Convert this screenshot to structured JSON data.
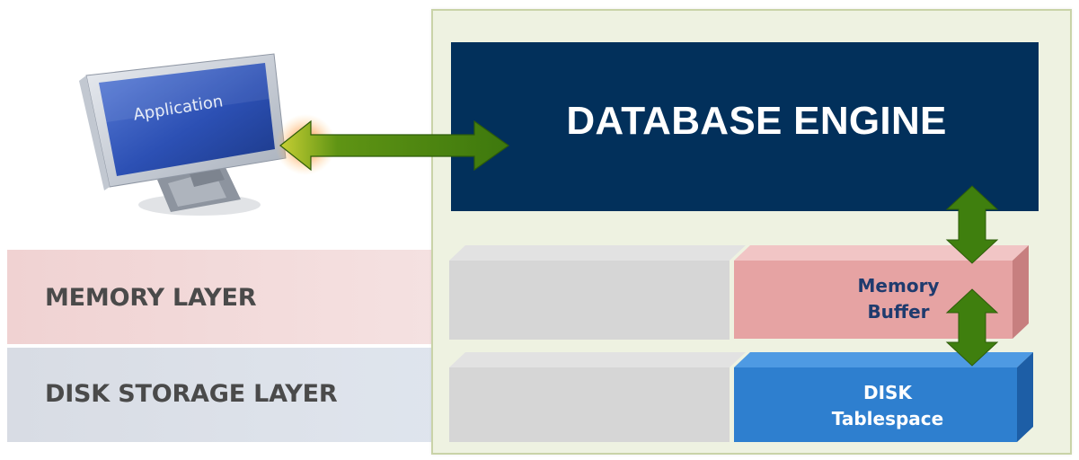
{
  "layers": {
    "memory_label": "MEMORY LAYER",
    "disk_label": "DISK STORAGE LAYER"
  },
  "engine": {
    "title": "DATABASE ENGINE"
  },
  "blocks": {
    "memory_buffer": [
      "Memory",
      "Buffer"
    ],
    "disk_tablespace": [
      "DISK",
      "Tablespace"
    ]
  },
  "application": {
    "label": "Application"
  },
  "icons": {
    "monitor": "computer-monitor-icon",
    "connector_dot": "red-dot-icon",
    "horizontal_arrow": "double-arrow-icon",
    "vertical_arrow": "double-arrow-icon"
  },
  "colors": {
    "engine_background": "#02305b",
    "panel_background": "#eef2e1",
    "memory_block": "#e6a3a3",
    "disk_block": "#2e7fcf",
    "placeholder_block": "#d6d6d6",
    "arrow_green": "#3f7f0e",
    "dot_red": "#e81010",
    "memory_band": "#f1d6d6",
    "disk_band": "#dce2ea"
  }
}
